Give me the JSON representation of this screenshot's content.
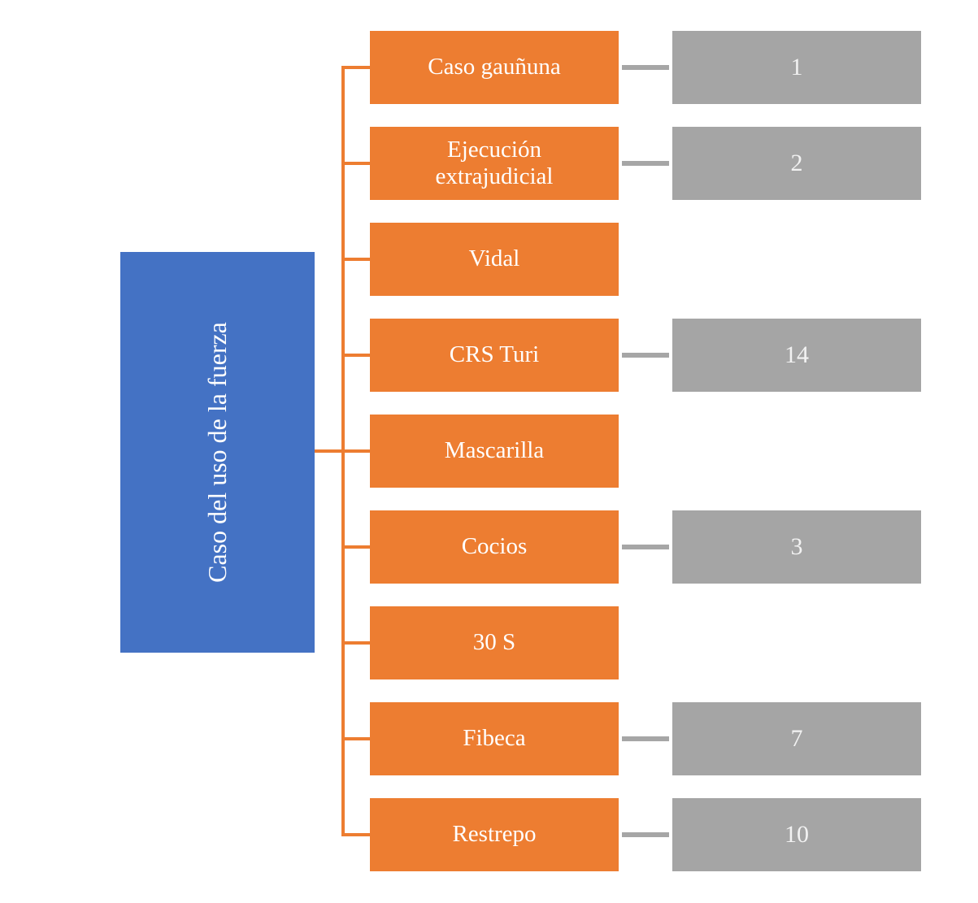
{
  "diagram": {
    "root": {
      "label": "Caso del uso de la fuerza",
      "color": "#4472C4"
    },
    "rows": [
      {
        "label": "Caso gauñuna",
        "value": "1"
      },
      {
        "label": "Ejecución extrajudicial",
        "value": "2"
      },
      {
        "label": "Vidal",
        "value": null
      },
      {
        "label": "CRS Turi",
        "value": "14"
      },
      {
        "label": "Mascarilla",
        "value": null
      },
      {
        "label": "Cocios",
        "value": "3"
      },
      {
        "label": "30 S",
        "value": null
      },
      {
        "label": "Fibeca",
        "value": "7"
      },
      {
        "label": "Restrepo",
        "value": "10"
      }
    ],
    "colors": {
      "case_box": "#ED7D31",
      "branch_line": "#ED7D31",
      "value_box": "#A5A5A5",
      "value_connector": "#A6A6A6",
      "text": "#FFFFFF"
    }
  }
}
